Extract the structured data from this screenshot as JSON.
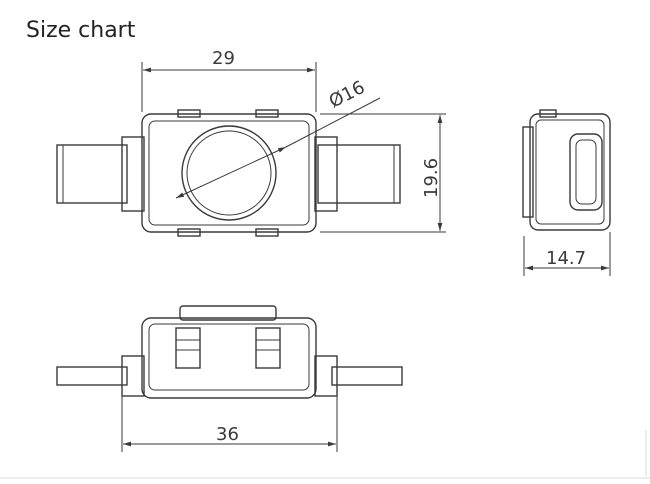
{
  "title": "Size chart",
  "dimensions": {
    "top_width": "29",
    "diameter": "Ø16",
    "height": "19.6",
    "side_depth": "14.7",
    "bottom_length": "36"
  }
}
